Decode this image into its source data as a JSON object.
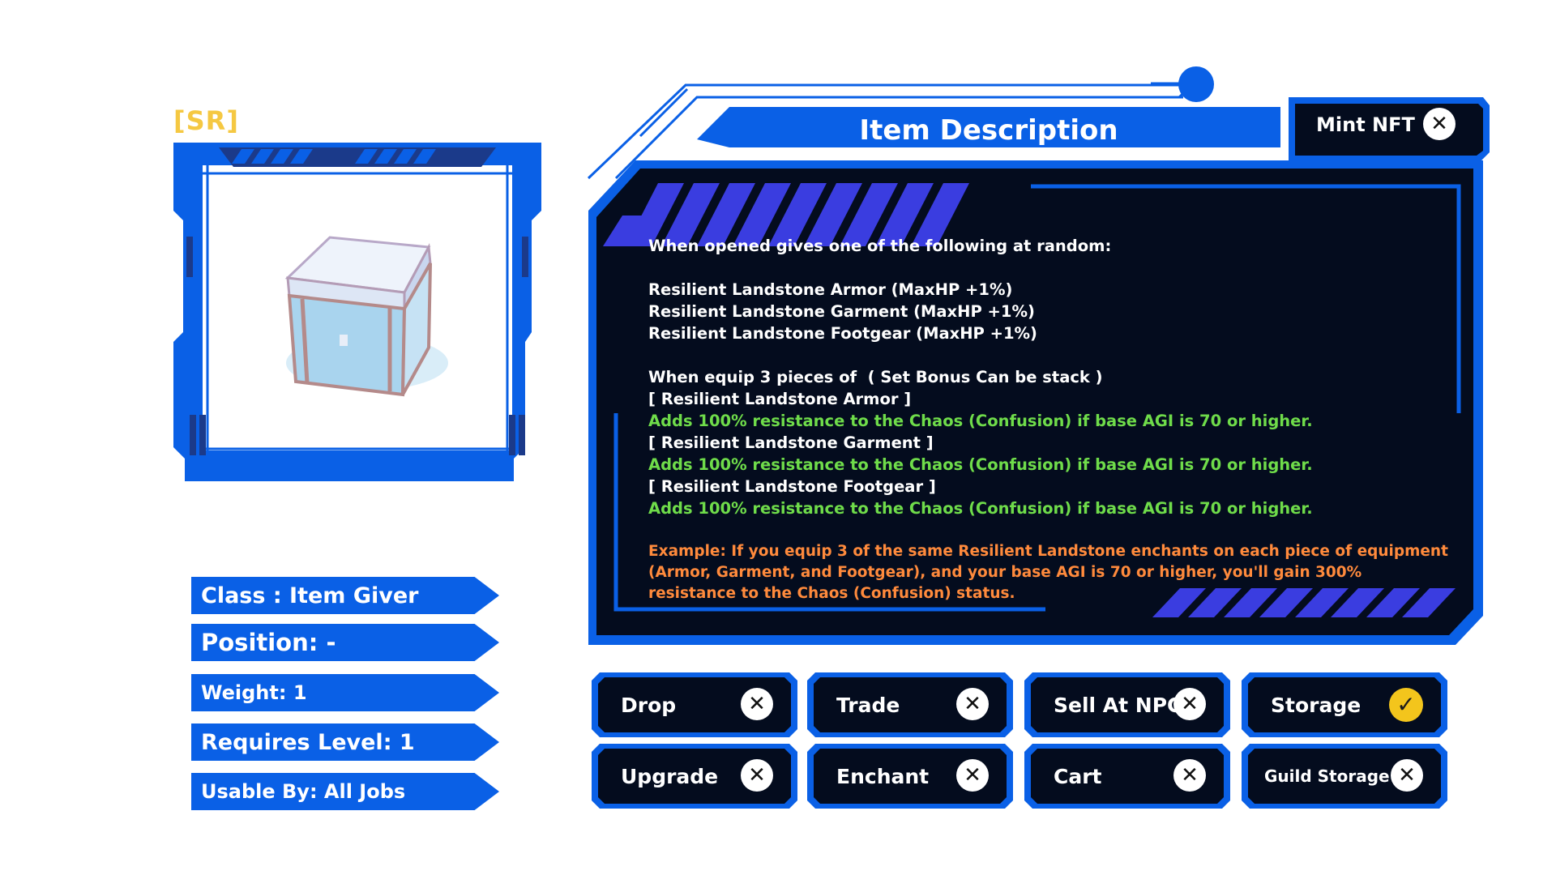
{
  "item": {
    "rarity": "[SR]",
    "icon": "white-crystal-chest-icon"
  },
  "stats": [
    "Class : Item Giver",
    "Position: -",
    "Weight: 1",
    "Requires Level: 1",
    "Usable By: All Jobs"
  ],
  "panel": {
    "title": "Item Description",
    "mint_label": "Mint NFT",
    "mint_icon": "close-icon"
  },
  "description": {
    "intro": "When opened gives one of the following at random:",
    "items": [
      "Resilient Landstone Armor (MaxHP +1%)",
      "Resilient Landstone Garment (MaxHP +1%)",
      "Resilient Landstone Footgear (MaxHP +1%)"
    ],
    "set_header": "When equip 3 pieces of  ( Set Bonus Can be stack )",
    "set_entries": [
      {
        "name": "[ Resilient Landstone Armor ]",
        "effect": "Adds 100% resistance to the Chaos (Confusion) if base AGI is 70 or higher."
      },
      {
        "name": "[ Resilient Landstone Garment ]",
        "effect": "Adds 100% resistance to the Chaos (Confusion) if base AGI is 70 or higher."
      },
      {
        "name": "[ Resilient Landstone Footgear ]",
        "effect": "Adds 100% resistance to the Chaos (Confusion) if base AGI is 70 or higher."
      }
    ],
    "example": "Example: If you equip 3 of the same Resilient Landstone enchants on each piece of equipment (Armor, Garment, and Footgear), and your base AGI is 70 or higher, you'll gain 300% resistance to the Chaos (Confusion) status."
  },
  "actions": [
    {
      "label": "Drop",
      "state": "disabled",
      "icon": "close-icon"
    },
    {
      "label": "Trade",
      "state": "disabled",
      "icon": "close-icon"
    },
    {
      "label": "Sell At NPC",
      "state": "disabled",
      "icon": "close-icon"
    },
    {
      "label": "Storage",
      "state": "enabled",
      "icon": "check-icon"
    },
    {
      "label": "Upgrade",
      "state": "disabled",
      "icon": "close-icon"
    },
    {
      "label": "Enchant",
      "state": "disabled",
      "icon": "close-icon"
    },
    {
      "label": "Cart",
      "state": "disabled",
      "icon": "close-icon"
    },
    {
      "label": "Guild Storage",
      "state": "disabled",
      "icon": "close-icon"
    }
  ],
  "colors": {
    "accent_blue": "#0a60e6",
    "panel_dark": "#040c1e",
    "stripe_purple": "#3a3de0",
    "rarity_gold": "#f5c842",
    "text_green": "#6fdc4a",
    "text_orange": "#ff8a3c",
    "check_yellow": "#f3c51c"
  }
}
